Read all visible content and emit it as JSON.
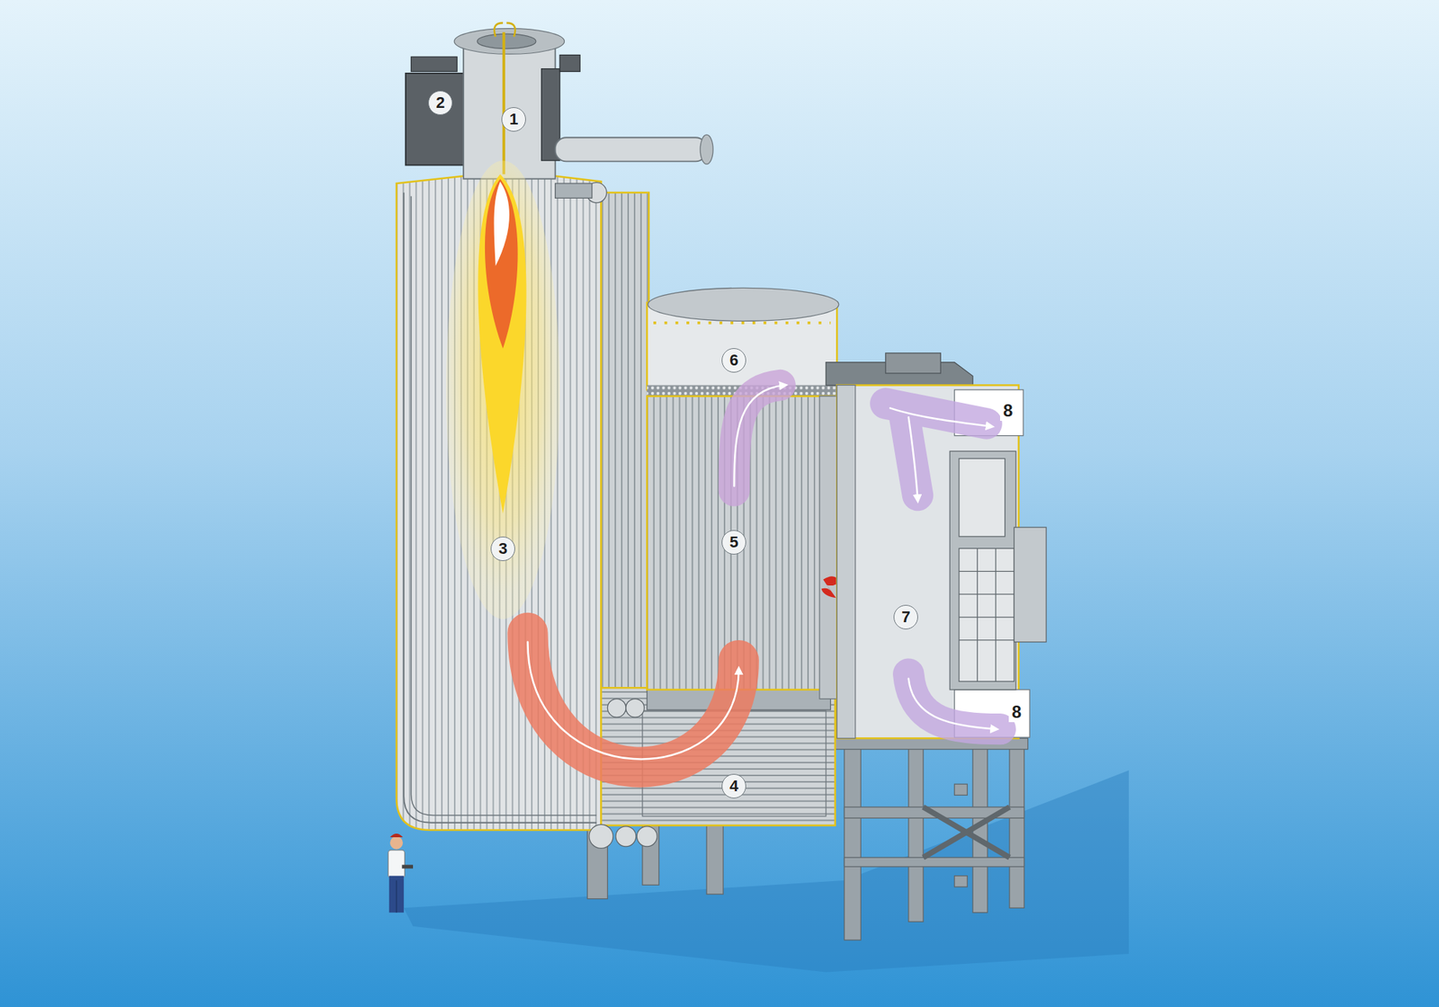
{
  "diagram": {
    "labels": [
      "1",
      "2",
      "3",
      "4",
      "5",
      "6",
      "7",
      "8",
      "8"
    ]
  }
}
